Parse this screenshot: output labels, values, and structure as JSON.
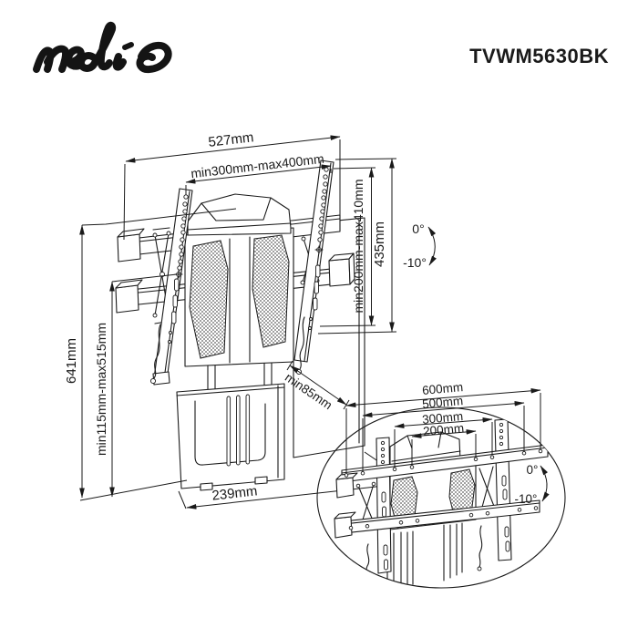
{
  "colors": {
    "ink": "#1a1a1a",
    "background": "#ffffff"
  },
  "header": {
    "brand": "nedis",
    "model": "TVWM5630BK"
  },
  "main_diagram": {
    "dimensions": {
      "rail_width": "527mm",
      "vesa_width_range": "min300mm-max400mm",
      "vesa_height_range": "min200mm-max410mm",
      "bracket_height": "435mm",
      "total_height": "641mm",
      "height_adjust_range": "min115mm-max515mm",
      "wall_clearance": "min85mm",
      "base_width": "239mm",
      "tilt_up": "0°",
      "tilt_down": "-10°"
    }
  },
  "inset_diagram": {
    "dimensions": {
      "vesa_600": "600mm",
      "vesa_500": "500mm",
      "vesa_300": "300mm",
      "vesa_200": "200mm",
      "tilt_up": "0°",
      "tilt_down": "-10°"
    }
  }
}
